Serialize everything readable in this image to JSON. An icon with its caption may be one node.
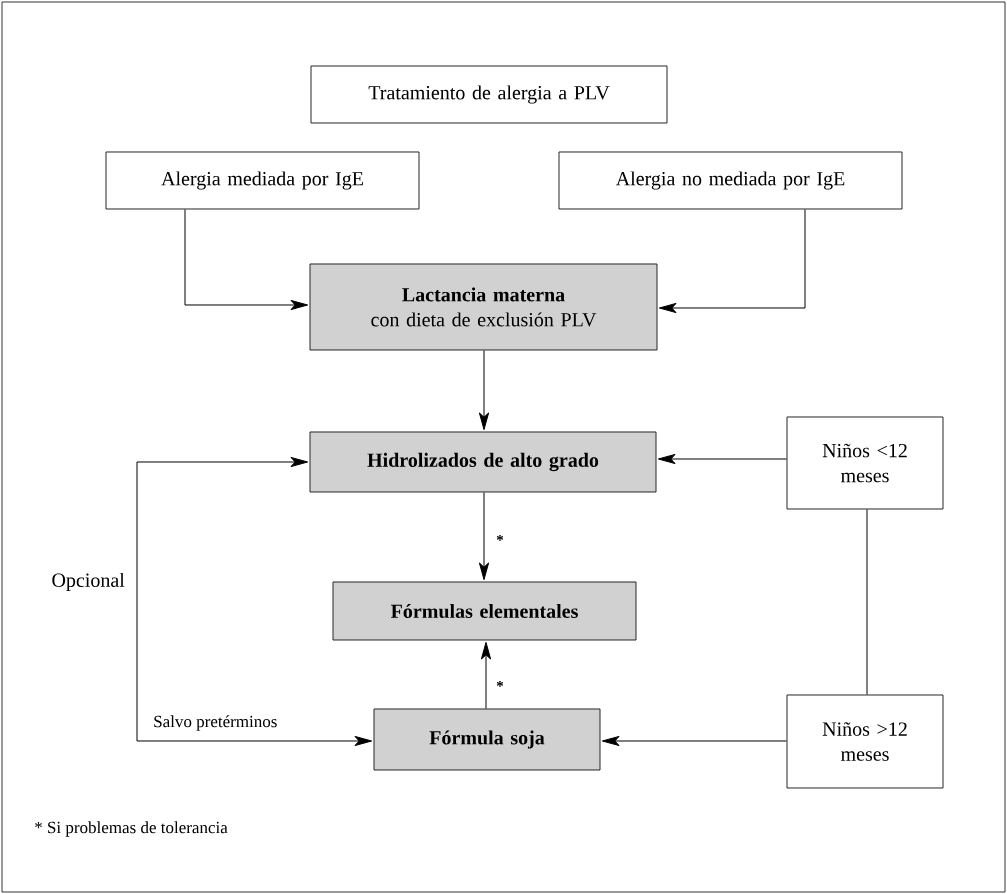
{
  "diagram": {
    "nodes": [
      {
        "text": [
          "Tratamiento de alergia a PLV"
        ]
      },
      {
        "text": [
          "Alergia mediada por IgE"
        ]
      },
      {
        "text": [
          "Alergia no mediada por IgE"
        ]
      },
      {
        "text": [
          "Lactancia materna",
          "con dieta de exclusión PLV"
        ]
      },
      {
        "text": [
          "Hidrolizados de alto grado"
        ]
      },
      {
        "text": [
          "Niños <12 meses"
        ]
      },
      {
        "text": [
          "Fórmulas elementales"
        ]
      },
      {
        "text": [
          "Fórmula soja"
        ]
      },
      {
        "text": [
          "Niños >12 meses"
        ]
      }
    ],
    "edges": [
      {
        "from": 1,
        "to": 3,
        "arrow": "to"
      },
      {
        "from": 2,
        "to": 3,
        "arrow": "to"
      },
      {
        "from": 3,
        "to": 4,
        "arrow": "to"
      },
      {
        "from": 5,
        "to": 4,
        "arrow": "to"
      },
      {
        "from": 4,
        "to": 6,
        "arrow": "to",
        "label": "*"
      },
      {
        "from": 7,
        "to": 6,
        "arrow": "to",
        "label": "*"
      },
      {
        "from": 8,
        "to": 7,
        "arrow": "to"
      },
      {
        "from": 5,
        "to": 8,
        "arrow": "none"
      },
      {
        "from": 7,
        "to": 4,
        "arrow": "both",
        "label": "Opcional"
      }
    ],
    "labels": [
      "Salvo pretérminos",
      "* Si problemas de tolerancia"
    ]
  }
}
